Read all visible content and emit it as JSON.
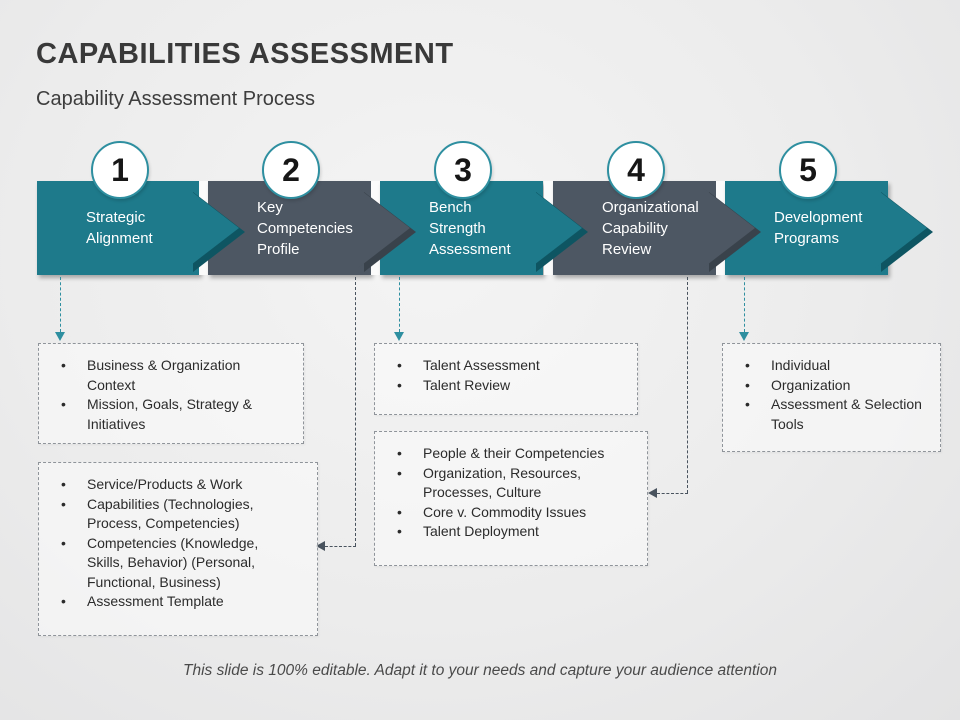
{
  "title": "CAPABILITIES ASSESSMENT",
  "subtitle": "Capability Assessment Process",
  "footer": "This slide is 100% editable. Adapt it to your needs and capture your audience attention",
  "colors": {
    "teal": "#1E7A8B",
    "teal_shadow": "#0E5562",
    "slate_gray": "#4D5763",
    "slate_gray_shadow": "#39424B",
    "connector_teal": "#2E8FA0",
    "connector_dark": "#49535E"
  },
  "steps": [
    {
      "number": "1",
      "label": "Strategic\nAlignment"
    },
    {
      "number": "2",
      "label": "Key\nCompetencies\nProfile"
    },
    {
      "number": "3",
      "label": "Bench\nStrength\nAssessment"
    },
    {
      "number": "4",
      "label": "Organizational\nCapability\nReview"
    },
    {
      "number": "5",
      "label": "Development\nPrograms"
    }
  ],
  "boxes": {
    "strategic": {
      "items": [
        "Business & Organization Context",
        "Mission, Goals, Strategy & Initiatives"
      ]
    },
    "service": {
      "items": [
        "Service/Products  & Work",
        "Capabilities (Technologies, Process, Competencies)",
        "Competencies (Knowledge, Skills, Behavior) (Personal, Functional,  Business)",
        "Assessment Template"
      ]
    },
    "talent": {
      "items": [
        "Talent Assessment",
        "Talent Review"
      ]
    },
    "people": {
      "items": [
        "People & their Competencies",
        "Organization, Resources, Processes, Culture",
        "Core v. Commodity  Issues",
        "Talent Deployment"
      ]
    },
    "individual": {
      "items": [
        "Individual",
        "Organization",
        "Assessment & Selection Tools"
      ]
    }
  }
}
